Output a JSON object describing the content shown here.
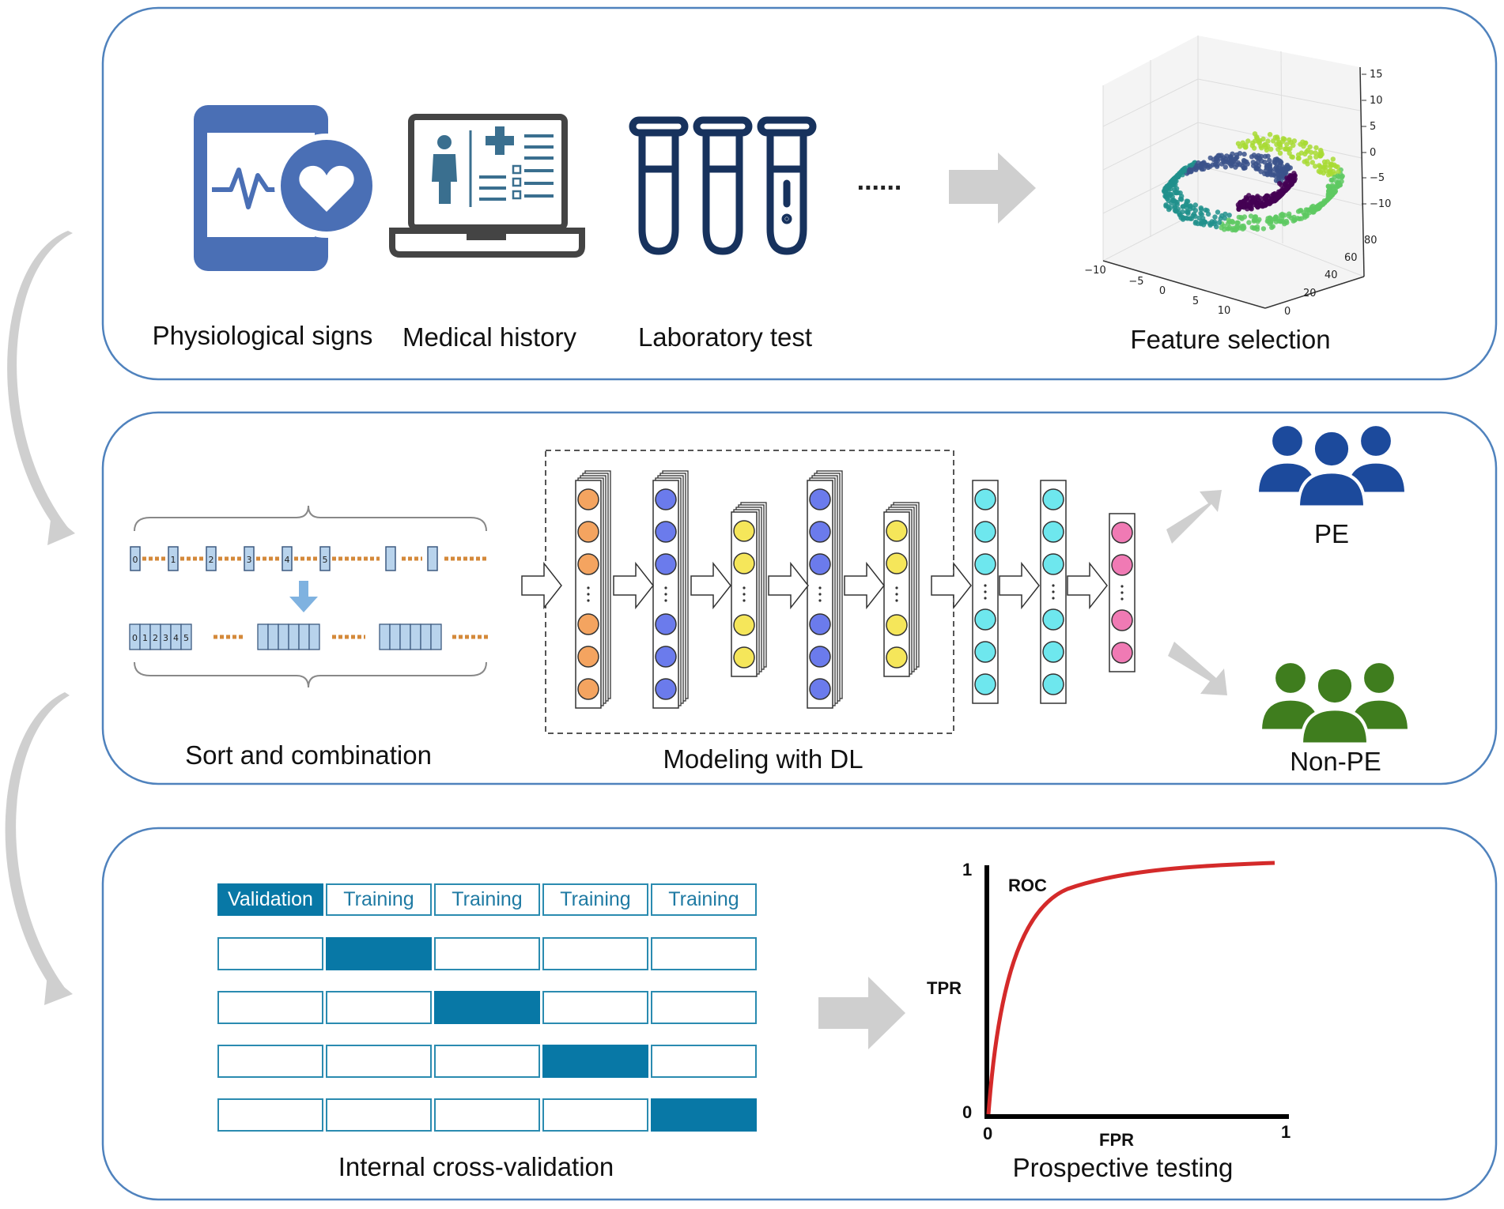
{
  "panel1": {
    "items": [
      {
        "label": "Physiological signs",
        "icon": "heart-monitor-icon"
      },
      {
        "label": "Medical history",
        "icon": "laptop-medical-record-icon"
      },
      {
        "label": "Laboratory test",
        "icon": "test-tubes-icon"
      }
    ],
    "ellipsis": "......",
    "feature_label": "Feature selection",
    "plot3d": {
      "z_ticks": [
        "15",
        "10",
        "5",
        "0",
        "−5",
        "−10"
      ],
      "x_ticks": [
        "−10",
        "−5",
        "0",
        "5",
        "10"
      ],
      "y_ticks": [
        "0",
        "20",
        "40",
        "60",
        "80"
      ]
    }
  },
  "panel2": {
    "sort_label": "Sort and combination",
    "model_label": "Modeling with DL",
    "sequence_top": [
      "0",
      "1",
      "2",
      "3",
      "4",
      "5"
    ],
    "sequence_group": [
      "0",
      "1",
      "2",
      "3",
      "4",
      "5"
    ],
    "outputs": [
      {
        "label": "PE",
        "color": "#1c4a9c"
      },
      {
        "label": "Non-PE",
        "color": "#3f7d1e"
      }
    ],
    "layer_colors": [
      "#f4a460",
      "#6b7bec",
      "#f5e65a",
      "#6b7bec",
      "#f5e65a",
      "#6ee7ee",
      "#6ee7ee",
      "#f07ab4"
    ]
  },
  "panel3": {
    "cv_label": "Internal cross-validation",
    "cv_headers": [
      "Validation",
      "Training",
      "Training",
      "Training",
      "Training"
    ],
    "accent": "#0878a6",
    "test_label": "Prospective testing",
    "roc": {
      "curve_label": "ROC",
      "xlabel": "FPR",
      "ylabel": "TPR",
      "x_ticks": [
        "0",
        "1"
      ],
      "y_ticks": [
        "0",
        "1"
      ]
    }
  }
}
